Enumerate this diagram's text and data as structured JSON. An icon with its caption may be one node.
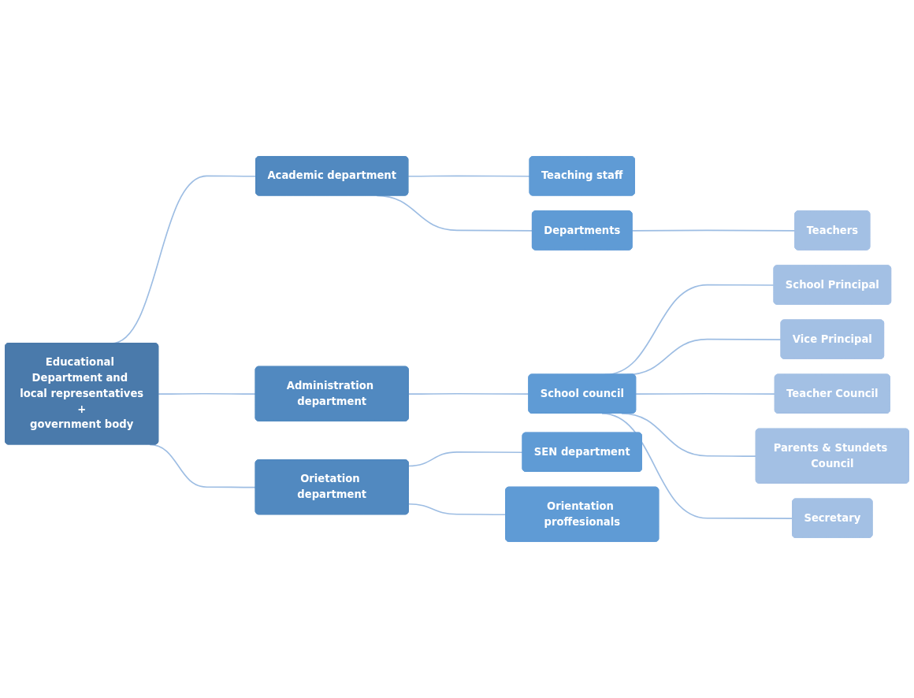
{
  "diagram": {
    "nodes": [
      {
        "text": [
          "Educational Department and local representatives",
          "+",
          "government body"
        ]
      },
      {
        "text": [
          "Academic department"
        ]
      },
      {
        "text": [
          "Teaching staff"
        ]
      },
      {
        "text": [
          "Departments"
        ]
      },
      {
        "text": [
          "Teachers"
        ]
      },
      {
        "text": [
          "Administration department"
        ]
      },
      {
        "text": [
          "School council"
        ]
      },
      {
        "text": [
          "School Principal"
        ]
      },
      {
        "text": [
          "Vice Principal"
        ]
      },
      {
        "text": [
          "Teacher Council"
        ]
      },
      {
        "text": [
          "Parents & Stundets Council"
        ]
      },
      {
        "text": [
          "Secretary"
        ]
      },
      {
        "text": [
          "Orietation department"
        ]
      },
      {
        "text": [
          "SEN department"
        ]
      },
      {
        "text": [
          "Orientation proffesionals"
        ]
      }
    ],
    "edges": [
      {
        "from": 0,
        "to": 1,
        "arrow": "none"
      },
      {
        "from": 0,
        "to": 5,
        "arrow": "none"
      },
      {
        "from": 0,
        "to": 12,
        "arrow": "none"
      },
      {
        "from": 1,
        "to": 2,
        "arrow": "none"
      },
      {
        "from": 1,
        "to": 3,
        "arrow": "none"
      },
      {
        "from": 3,
        "to": 4,
        "arrow": "none"
      },
      {
        "from": 5,
        "to": 6,
        "arrow": "none"
      },
      {
        "from": 6,
        "to": 7,
        "arrow": "none"
      },
      {
        "from": 6,
        "to": 8,
        "arrow": "none"
      },
      {
        "from": 6,
        "to": 9,
        "arrow": "none"
      },
      {
        "from": 6,
        "to": 10,
        "arrow": "none"
      },
      {
        "from": 6,
        "to": 11,
        "arrow": "none"
      },
      {
        "from": 12,
        "to": 13,
        "arrow": "none"
      },
      {
        "from": 12,
        "to": 14,
        "arrow": "none"
      }
    ]
  }
}
